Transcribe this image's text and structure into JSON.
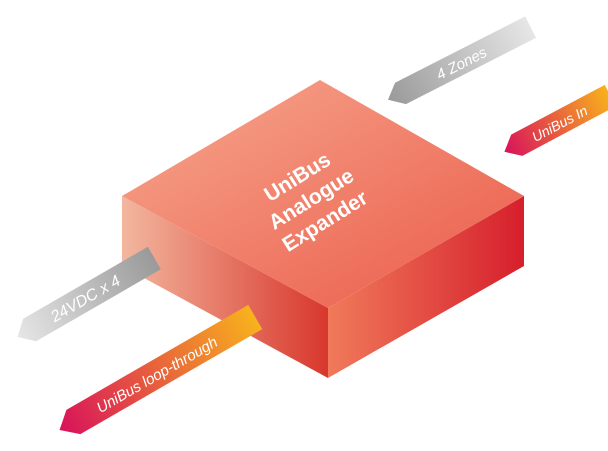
{
  "module": {
    "title_lines": [
      "UniBus",
      "Analogue",
      "Expander"
    ]
  },
  "connectors": {
    "zones_label": "4 Zones",
    "unibus_in_label": "UniBus In",
    "power_label": "24VDC x 4",
    "loop_through_label": "UniBus loop-through"
  },
  "colors": {
    "box_front_left": "#f3b79f",
    "box_front_right": "#d8372c",
    "box_side_left": "#f07a5a",
    "box_side_right": "#d61f2c",
    "box_top_light": "#f7a88f",
    "box_top_dark": "#ea5a48",
    "grey_arrow_light": "#e6e6e6",
    "grey_arrow_dark": "#9a9a9a",
    "unibus_arrow_start": "#d8125b",
    "unibus_arrow_end": "#f8b21d"
  }
}
